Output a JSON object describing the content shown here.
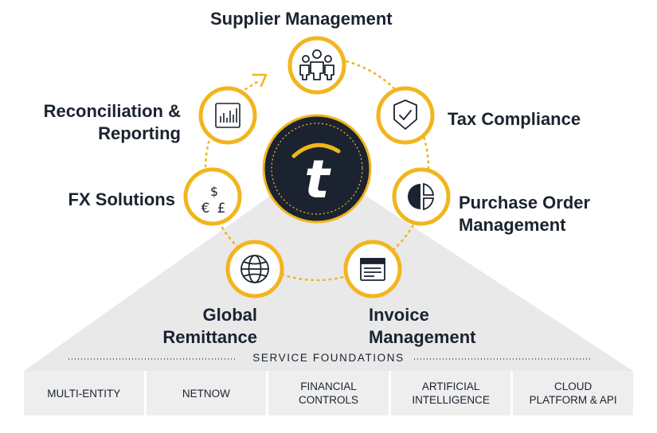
{
  "center_logo": "t",
  "nodes": [
    {
      "id": "supplier",
      "label": "Supplier Management",
      "icon": "people-icon"
    },
    {
      "id": "tax",
      "label": "Tax Compliance",
      "icon": "shield-check-icon"
    },
    {
      "id": "po",
      "label": "Purchase Order\nManagement",
      "icon": "pie-chart-icon"
    },
    {
      "id": "invoice",
      "label": "Invoice\nManagement",
      "icon": "invoice-document-icon"
    },
    {
      "id": "remittance",
      "label": "Global\nRemittance",
      "icon": "globe-icon"
    },
    {
      "id": "fx",
      "label": "FX Solutions",
      "icon": "currency-icon"
    },
    {
      "id": "reconciliation",
      "label": "Reconciliation &\nReporting",
      "icon": "bar-chart-icon"
    }
  ],
  "currency_symbols": {
    "dollar": "$",
    "euro": "€",
    "pound": "£"
  },
  "foundations": {
    "title": "SERVICE FOUNDATIONS",
    "items": [
      "MULTI-ENTITY",
      "NETNOW",
      "FINANCIAL\nCONTROLS",
      "ARTIFICIAL\nINTELLIGENCE",
      "CLOUD\nPLATFORM & API"
    ]
  },
  "colors": {
    "accent": "#f2b51d",
    "navy": "#1b2330",
    "triangle": "#e9e9ea",
    "tile": "#eeeeef"
  }
}
